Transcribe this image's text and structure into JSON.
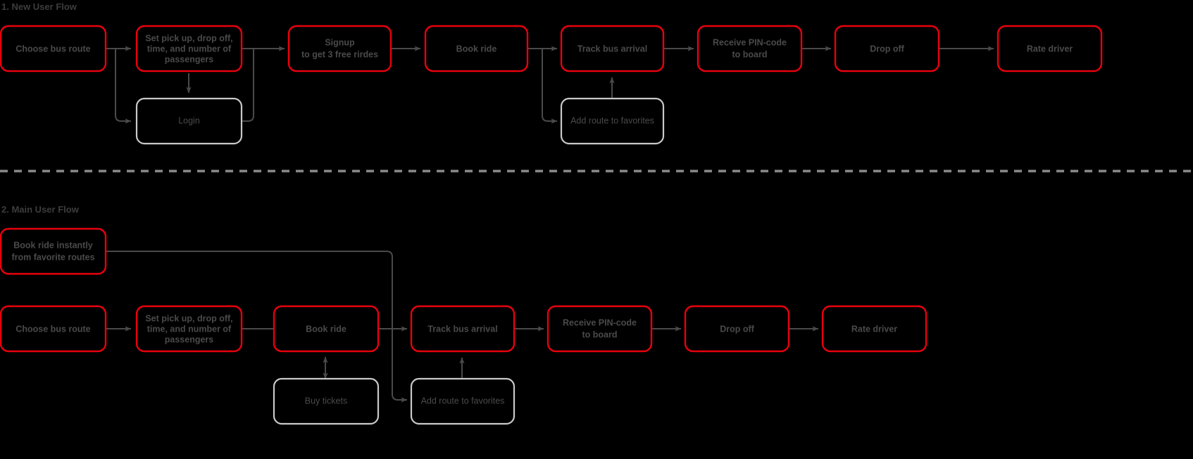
{
  "page": {
    "background": "#000000",
    "accent_primary": "#e8000d",
    "accent_secondary": "#c9c9c9",
    "text_color": "#4a4a4a",
    "title_color": "#3d3d3d"
  },
  "sections": [
    {
      "id": "new-user-flow",
      "title": "1. New User Flow"
    },
    {
      "id": "main-user-flow",
      "title": "2. Main User Flow"
    }
  ],
  "flow1": {
    "nodes": [
      {
        "id": "f1-choose-bus-route",
        "type": "primary",
        "lines": [
          "Choose bus route"
        ]
      },
      {
        "id": "f1-set-pickup",
        "type": "primary",
        "lines": [
          "Set pick up, drop off,",
          "time, and number of",
          "passengers"
        ]
      },
      {
        "id": "f1-login",
        "type": "secondary",
        "lines": [
          "Login"
        ]
      },
      {
        "id": "f1-signup",
        "type": "primary",
        "lines": [
          "Signup",
          "to get 3 free rirdes"
        ]
      },
      {
        "id": "f1-book-ride",
        "type": "primary",
        "lines": [
          "Book ride"
        ]
      },
      {
        "id": "f1-track-bus-arrival",
        "type": "primary",
        "lines": [
          "Track bus arrival"
        ]
      },
      {
        "id": "f1-add-route-favorites",
        "type": "secondary",
        "lines": [
          "Add route to favorites"
        ]
      },
      {
        "id": "f1-receive-pin",
        "type": "primary",
        "lines": [
          "Receive PIN-code",
          "to board"
        ]
      },
      {
        "id": "f1-drop-off",
        "type": "primary",
        "lines": [
          "Drop off"
        ]
      },
      {
        "id": "f1-rate-driver",
        "type": "primary",
        "lines": [
          "Rate driver"
        ]
      }
    ]
  },
  "flow2": {
    "nodes": [
      {
        "id": "f2-book-instantly",
        "type": "primary",
        "lines": [
          "Book ride instantly",
          "from favorite routes"
        ]
      },
      {
        "id": "f2-choose-bus-route",
        "type": "primary",
        "lines": [
          "Choose bus route"
        ]
      },
      {
        "id": "f2-set-pickup",
        "type": "primary",
        "lines": [
          "Set pick up, drop off,",
          "time, and number of",
          "passengers"
        ]
      },
      {
        "id": "f2-book-ride",
        "type": "primary",
        "lines": [
          "Book ride"
        ]
      },
      {
        "id": "f2-buy-tickets",
        "type": "secondary",
        "lines": [
          "Buy tickets"
        ]
      },
      {
        "id": "f2-track-bus-arrival",
        "type": "primary",
        "lines": [
          "Track bus arrival"
        ]
      },
      {
        "id": "f2-add-route-favorites",
        "type": "secondary",
        "lines": [
          "Add route to favorites"
        ]
      },
      {
        "id": "f2-receive-pin",
        "type": "primary",
        "lines": [
          "Receive PIN-code",
          "to board"
        ]
      },
      {
        "id": "f2-drop-off",
        "type": "primary",
        "lines": [
          "Drop off"
        ]
      },
      {
        "id": "f2-rate-driver",
        "type": "primary",
        "lines": [
          "Rate driver"
        ]
      }
    ]
  }
}
